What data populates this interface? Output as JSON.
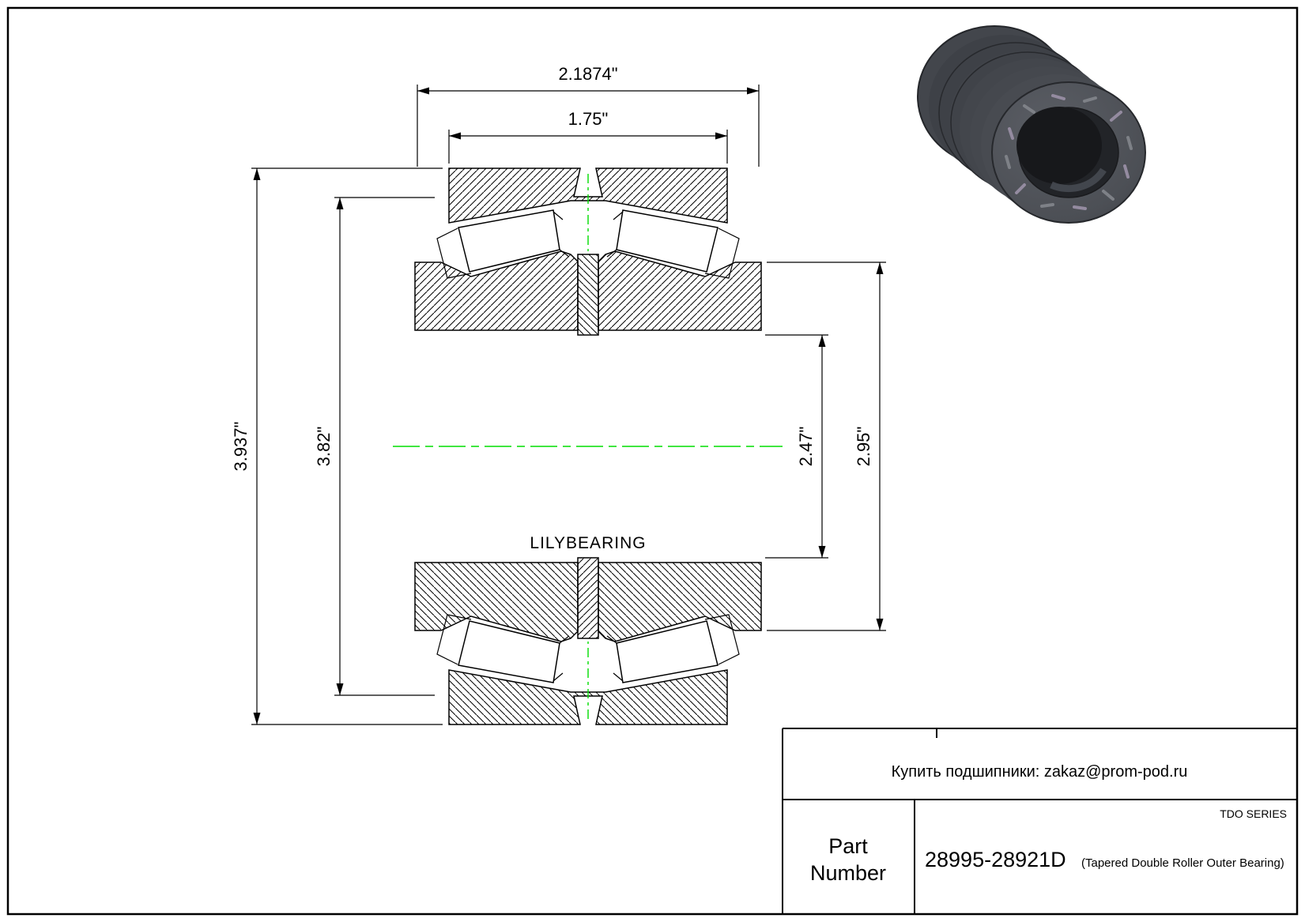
{
  "dimensions": {
    "top_width": "2.1874\"",
    "inner_width": "1.75\"",
    "left_outer_dia": "3.937\"",
    "left_inner_dia": "3.82\"",
    "right_outer_dia": "2.95\"",
    "right_inner_dia": "2.47\""
  },
  "watermark": "LILYBEARING",
  "title_block": {
    "contact_text": "Купить подшипники: zakaz@prom-pod.ru",
    "series_label": "TDO SERIES",
    "part_label_top": "Part",
    "part_label_bottom": "Number",
    "part_number": "28995-28921D",
    "part_description": "(Tapered Double Roller Outer Bearing)"
  },
  "colors": {
    "centerline": "#00dd00",
    "line": "#000000"
  }
}
